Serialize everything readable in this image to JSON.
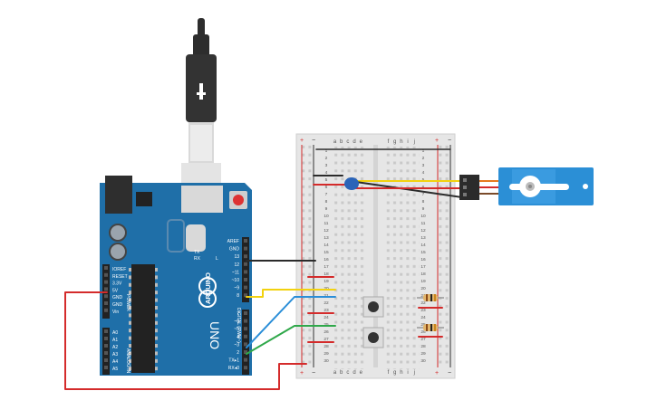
{
  "arduino": {
    "brand": "ARDUINO",
    "model": "UNO",
    "power_header_labels": [
      "IOREF",
      "RESET",
      "3.3V",
      "5V",
      "GND",
      "GND",
      "Vin"
    ],
    "power_title": "POWER",
    "analog_labels": [
      "A0",
      "A1",
      "A2",
      "A3",
      "A4",
      "A5"
    ],
    "analog_title": "ANALOG IN",
    "digital_labels_top": [
      "AREF",
      "GND",
      "13",
      "12",
      "~11",
      "~10",
      "~9",
      "8"
    ],
    "digital_labels_bottom": [
      "7",
      "~6",
      "~5",
      "4",
      "~3",
      "2",
      "TX▸1",
      "RX◂0"
    ],
    "digital_title": "DIGITAL (PWM~)",
    "led_labels": [
      "TX",
      "RX"
    ],
    "led_l": "L",
    "on_label": "ON"
  },
  "breadboard": {
    "columns_left": [
      "a",
      "b",
      "c",
      "d",
      "e"
    ],
    "columns_right": [
      "f",
      "g",
      "h",
      "i",
      "j"
    ],
    "rail_plus": "+",
    "rail_minus": "−",
    "row_count": 30
  },
  "colors": {
    "board": "#1f6fa8",
    "board_dark": "#155a8c",
    "wire_red": "#d42b2b",
    "wire_black": "#2b2b2b",
    "wire_yellow": "#f2d20f",
    "wire_blue": "#2a8ed8",
    "wire_green": "#2fa84a",
    "servo": "#2b8fd6"
  }
}
